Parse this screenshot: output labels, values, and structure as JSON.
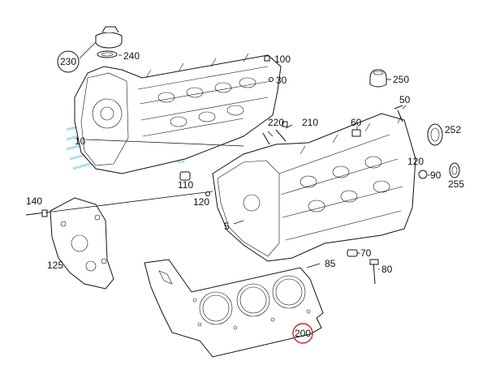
{
  "labels": {
    "p230": "230",
    "p240": "240",
    "p100": "100",
    "p30": "30",
    "p250": "250",
    "p50": "50",
    "p60": "60",
    "p220": "220",
    "p210": "210",
    "p252": "252",
    "p10": "10",
    "p120a": "120",
    "p90": "90",
    "p255": "255",
    "p110": "110",
    "p120b": "120",
    "p140": "140",
    "p5": "5",
    "p125": "125",
    "p85": "85",
    "p70": "70",
    "p80": "80",
    "p200": "200"
  },
  "highlight": {
    "part": "200",
    "color": "#e02020"
  },
  "watermark": {
    "text": "SGP",
    "color": "#8fd0ec"
  }
}
